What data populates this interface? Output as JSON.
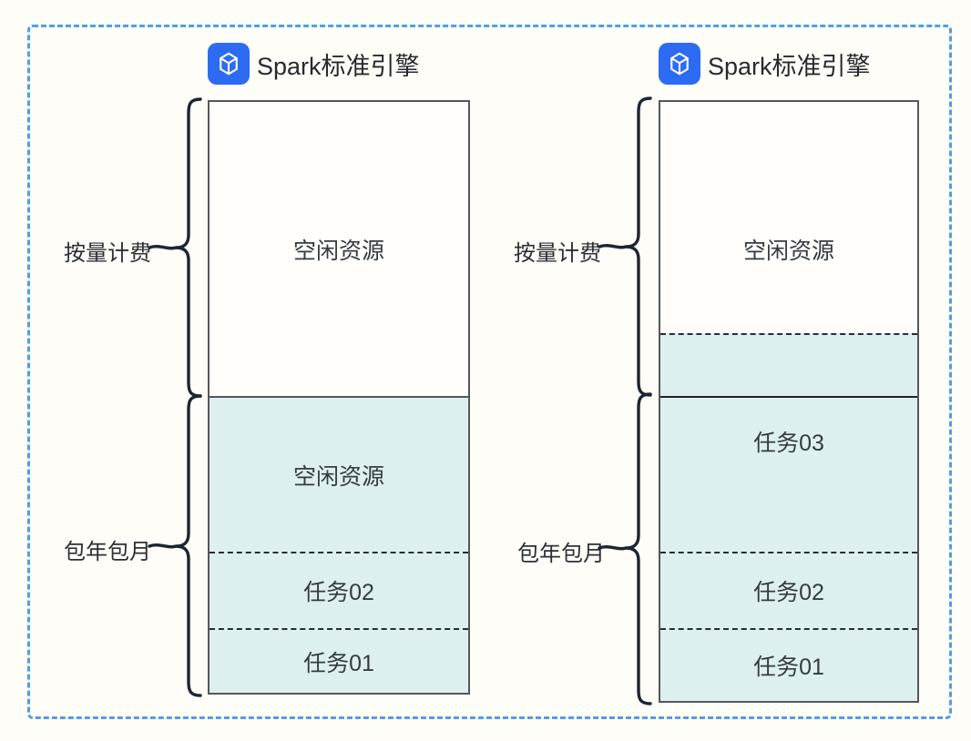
{
  "colors": {
    "outer_border_blue": "#4d9fe8",
    "icon_blue": "#2d6bf2",
    "block_fill_cyan": "#ddf0ef"
  },
  "panel1": {
    "icon": "cube-icon",
    "title": "Spark标准引擎",
    "payg_label": "按量计费",
    "subscription_label": "包年包月",
    "payg_idle_block": "空闲资源",
    "subscription_idle_block": "空闲资源",
    "task2_block": "任务02",
    "task1_block": "任务01"
  },
  "panel2": {
    "icon": "cube-icon",
    "title": "Spark标准引擎",
    "payg_label": "按量计费",
    "subscription_label": "包年包月",
    "payg_idle_block": "空闲资源",
    "task3_block": "任务03",
    "task2_block": "任务02",
    "task1_block": "任务01"
  }
}
